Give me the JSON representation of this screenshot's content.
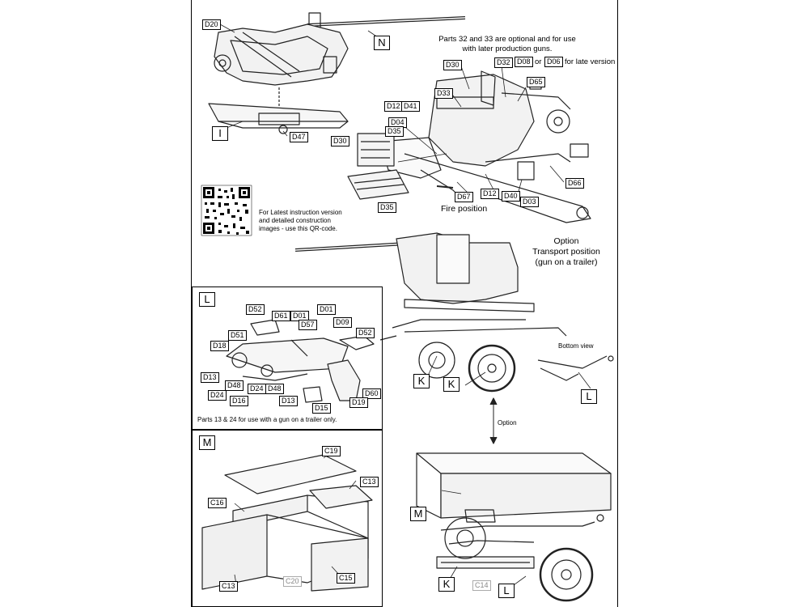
{
  "notes": {
    "optional_line1": "Parts 32 and 33 are optional and for use",
    "optional_line2": "with later production guns.",
    "late_or": "or",
    "late_suffix": "for late version",
    "fire_position": "Fire position",
    "qr_line1": "For Latest instruction version",
    "qr_line2": "and detailed construction",
    "qr_line3": "images - use this QR-code.",
    "transport_line1": "Option",
    "transport_line2": "Transport position",
    "transport_line3": "(gun on a trailer)",
    "bottom_view": "Bottom view",
    "option_arrow": "Option",
    "trailer_note": "Parts 13 & 24 for use with a gun on a trailer only."
  },
  "sections": {
    "N": "N",
    "I": "I",
    "L_panel": "L",
    "M_panel": "M",
    "K1": "K",
    "K2": "K",
    "L_bottom": "L",
    "M_box": "M",
    "K_trailer": "K",
    "L_trailer": "L"
  },
  "parts": {
    "d20": "D20",
    "d47": "D47",
    "d30a": "D30",
    "d32": "D32",
    "d08": "D08",
    "d06": "D06",
    "d65": "D65",
    "d33": "D33",
    "d12a": "D12",
    "d41": "D41",
    "d04": "D04",
    "d35a": "D35",
    "d30b": "D30",
    "d67": "D67",
    "d12b": "D12",
    "d40": "D40",
    "d03": "D03",
    "d66": "D66",
    "d35b": "D35",
    "d52a": "D52",
    "d61": "D61",
    "d01a": "D01",
    "d01b": "D01",
    "d09": "D09",
    "d51": "D51",
    "d57": "D57",
    "d52b": "D52",
    "d18": "D18",
    "d13a": "D13",
    "d48a": "D48",
    "d24a": "D24",
    "d24b": "D24",
    "d48b": "D48",
    "d16": "D16",
    "d13b": "D13",
    "d15": "D15",
    "d60": "D60",
    "d19": "D19",
    "c19": "C19",
    "c13a": "C13",
    "c16": "C16",
    "c13b": "C13",
    "c20": "C20",
    "c15": "C15",
    "c14": "C14"
  }
}
